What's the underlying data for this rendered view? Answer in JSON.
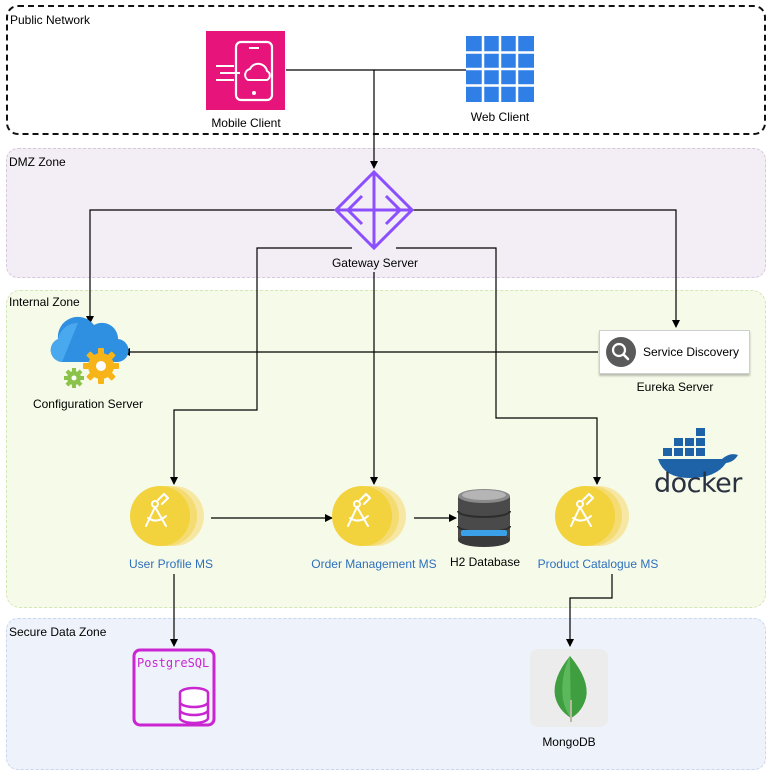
{
  "zones": {
    "public": "Public Network",
    "dmz": "DMZ Zone",
    "internal": "Internal Zone",
    "secure": "Secure Data Zone"
  },
  "nodes": {
    "mobile_client": "Mobile Client",
    "web_client": "Web Client",
    "gateway": "Gateway Server",
    "service_discovery": "Service Discovery",
    "eureka": "Eureka Server",
    "config_server": "Configuration Server",
    "user_profile": "User Profile MS",
    "order_mgmt": "Order Management MS",
    "product_catalogue": "Product Catalogue MS",
    "h2": "H2 Database",
    "mongodb": "MongoDB",
    "postgres_logo": "PostgreSQL",
    "docker_logo": "docker"
  },
  "colors": {
    "mobile_tile": "#e7157b",
    "web_tile": "#2f7fe6",
    "gateway": "#8c4fff",
    "dmz_fill": "#f3eef5",
    "internal_fill": "#f6fbe9",
    "secure_fill": "#eef3fb",
    "ms_gold": "#f2d23d",
    "postgres": "#c925d1",
    "mongo_green": "#3f9e3f",
    "docker_blue": "#1e63a8"
  },
  "icons": {
    "mobile_client": "mobile-cloud-icon",
    "web_client": "grid-icon",
    "gateway": "api-gateway-icon",
    "service_discovery": "magnifier-icon",
    "config_server": "cloud-gear-icon",
    "microservice": "compass-coin-icon",
    "h2": "database-cylinder-icon",
    "postgres": "postgresql-icon",
    "mongodb": "leaf-icon",
    "docker": "docker-whale-icon"
  }
}
